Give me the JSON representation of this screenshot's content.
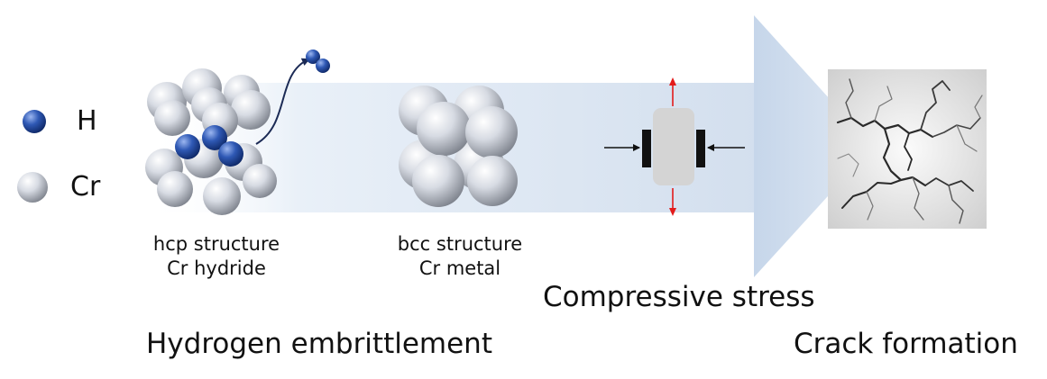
{
  "legend": {
    "hydrogen": {
      "label": "H",
      "color": "#2f59b5"
    },
    "chromium": {
      "label": "Cr",
      "color": "#c8ccd6"
    }
  },
  "hcp": {
    "line1": "hcp structure",
    "line2": "Cr hydride"
  },
  "bcc": {
    "line1": "bcc structure",
    "line2": "Cr metal"
  },
  "stress_label": "Compressive stress",
  "left_caption": "Hydrogen embrittlement",
  "right_caption": "Crack formation",
  "colors": {
    "arrow": "#c7d6ea",
    "stress_arrows": "#e31b1b",
    "specimen": "#d4d4d4",
    "crack_bg": "#e6e6e6"
  }
}
